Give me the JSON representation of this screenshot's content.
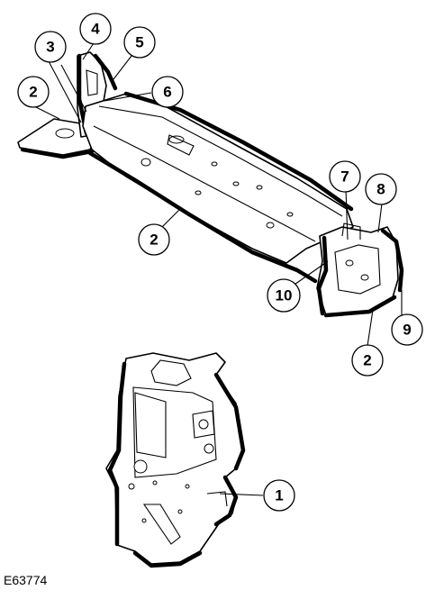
{
  "figure_id": "E63774",
  "callouts": [
    {
      "label": "1"
    },
    {
      "label": "2"
    },
    {
      "label": "2"
    },
    {
      "label": "2"
    },
    {
      "label": "3"
    },
    {
      "label": "4"
    },
    {
      "label": "5"
    },
    {
      "label": "6"
    },
    {
      "label": "7"
    },
    {
      "label": "8"
    },
    {
      "label": "9"
    },
    {
      "label": "10"
    }
  ]
}
